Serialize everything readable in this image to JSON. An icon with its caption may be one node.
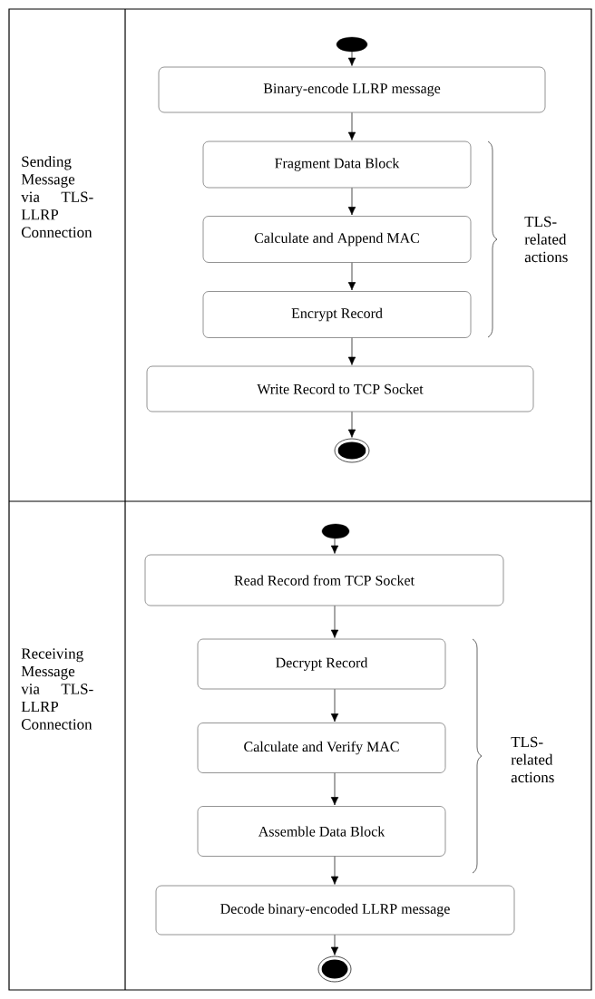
{
  "diagram": {
    "nodes": [
      {
        "text": [],
        "shape": "circle"
      },
      {
        "text": [
          "Binary-encode LLRP message"
        ]
      },
      {
        "text": [
          "Fragment Data Block"
        ]
      },
      {
        "text": [
          "Calculate and Append MAC"
        ]
      },
      {
        "text": [
          "Encrypt Record"
        ]
      },
      {
        "text": [
          "Write Record to TCP Socket"
        ]
      },
      {
        "text": [],
        "shape": "circle"
      },
      {
        "text": [],
        "shape": "circle"
      },
      {
        "text": [
          "Read Record from TCP Socket"
        ]
      },
      {
        "text": [
          "Decrypt Record"
        ]
      },
      {
        "text": [
          "Calculate and Verify MAC"
        ]
      },
      {
        "text": [
          "Assemble Data Block"
        ]
      },
      {
        "text": [
          "Decode binary-encoded LLRP message"
        ]
      },
      {
        "text": [],
        "shape": "circle"
      }
    ],
    "edges": [
      {
        "from": 0,
        "to": 1,
        "arrow": "to"
      },
      {
        "from": 1,
        "to": 2,
        "arrow": "to"
      },
      {
        "from": 2,
        "to": 3,
        "arrow": "to"
      },
      {
        "from": 3,
        "to": 4,
        "arrow": "to"
      },
      {
        "from": 4,
        "to": 5,
        "arrow": "to"
      },
      {
        "from": 5,
        "to": 6,
        "arrow": "to"
      },
      {
        "from": 7,
        "to": 8,
        "arrow": "to"
      },
      {
        "from": 8,
        "to": 9,
        "arrow": "to"
      },
      {
        "from": 9,
        "to": 10,
        "arrow": "to"
      },
      {
        "from": 10,
        "to": 11,
        "arrow": "to"
      },
      {
        "from": 11,
        "to": 12,
        "arrow": "to"
      },
      {
        "from": 12,
        "to": 13,
        "arrow": "to"
      }
    ],
    "labels": [
      "Sending Message via TLS-LLRP Connection",
      "TLS-related actions",
      "Receiving Message via TLS-LLRP Connection",
      "TLS-related actions"
    ]
  }
}
